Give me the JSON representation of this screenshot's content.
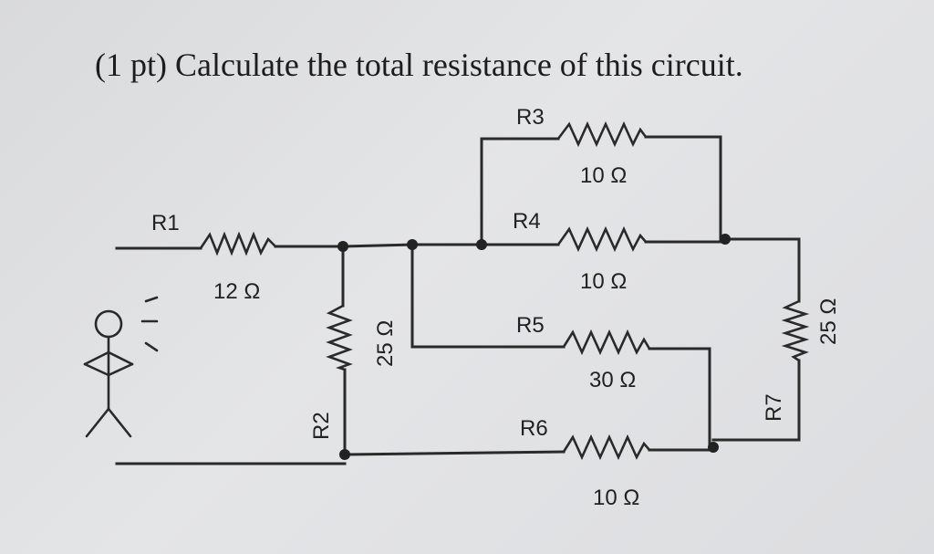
{
  "question": {
    "text": "(1 pt) Calculate the total resistance of this circuit."
  },
  "resistors": {
    "r1": {
      "name": "R1",
      "value": "12 Ω"
    },
    "r2": {
      "name": "R2",
      "value": "25 Ω"
    },
    "r3": {
      "name": "R3",
      "value": "10 Ω"
    },
    "r4": {
      "name": "R4",
      "value": "10 Ω"
    },
    "r5": {
      "name": "R5",
      "value": "30 Ω"
    },
    "r6": {
      "name": "R6",
      "value": "10 Ω"
    },
    "r7": {
      "name": "R7",
      "value": "25 Ω"
    }
  },
  "icons": {
    "figure": "stick-figure-icon",
    "motion": "motion-lines-icon"
  }
}
